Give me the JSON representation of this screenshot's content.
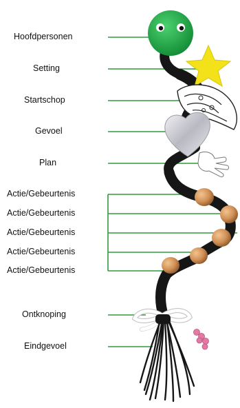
{
  "labels": {
    "hoofdpersonen": "Hoofdpersonen",
    "setting": "Setting",
    "startschop": "Startschop",
    "gevoel": "Gevoel",
    "plan": "Plan",
    "actie_1": "Actie/Gebeurtenis",
    "actie_2": "Actie/Gebeurtenis",
    "actie_3": "Actie/Gebeurtenis",
    "actie_4": "Actie/Gebeurtenis",
    "actie_5": "Actie/Gebeurtenis",
    "ontknoping": "Ontknoping",
    "eindgevoel": "Eindgevoel"
  },
  "colors": {
    "connector": "#2e9a3c",
    "pompom": "#1fa84a",
    "star": "#f3e21a",
    "yarn": "#161616",
    "bead": "#d79a63",
    "heart": "#c9c9cf",
    "bow": "#ffffff",
    "pink_beads": "#e27aa4"
  }
}
